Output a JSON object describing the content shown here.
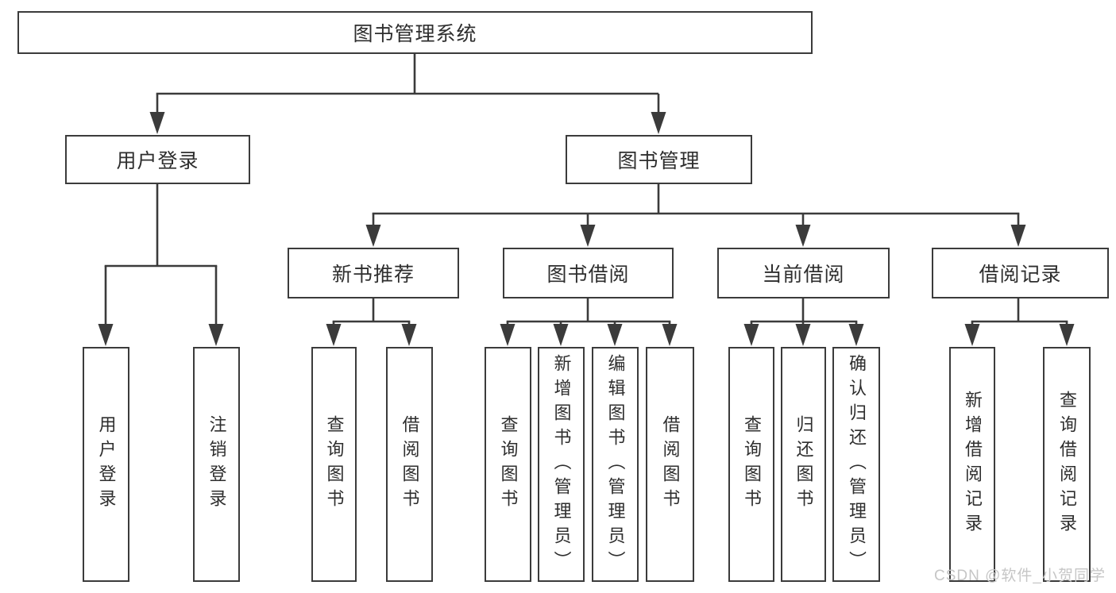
{
  "tree": {
    "root": {
      "label": "图书管理系统"
    },
    "user_login": {
      "label": "用户登录",
      "children": [
        {
          "label": "用户登录"
        },
        {
          "label": "注销登录"
        }
      ]
    },
    "book_mgmt": {
      "label": "图书管理",
      "children": [
        {
          "label": "新书推荐",
          "children": [
            {
              "label": "查询图书"
            },
            {
              "label": "借阅图书"
            }
          ]
        },
        {
          "label": "图书借阅",
          "children": [
            {
              "label": "查询图书"
            },
            {
              "label": "新增图书（管理员）"
            },
            {
              "label": "编辑图书（管理员）"
            },
            {
              "label": "借阅图书"
            }
          ]
        },
        {
          "label": "当前借阅",
          "children": [
            {
              "label": "查询图书"
            },
            {
              "label": "归还图书"
            },
            {
              "label": "确认归还（管理员）"
            }
          ]
        },
        {
          "label": "借阅记录",
          "children": [
            {
              "label": "新增借阅记录"
            },
            {
              "label": "查询借阅记录"
            }
          ]
        }
      ]
    }
  },
  "watermark": "CSDN @软件_小贺同学",
  "colors": {
    "line": "#3b3b3b",
    "text": "#2e2e2e",
    "background": "#ffffff",
    "watermark": "#c6c6c6"
  }
}
